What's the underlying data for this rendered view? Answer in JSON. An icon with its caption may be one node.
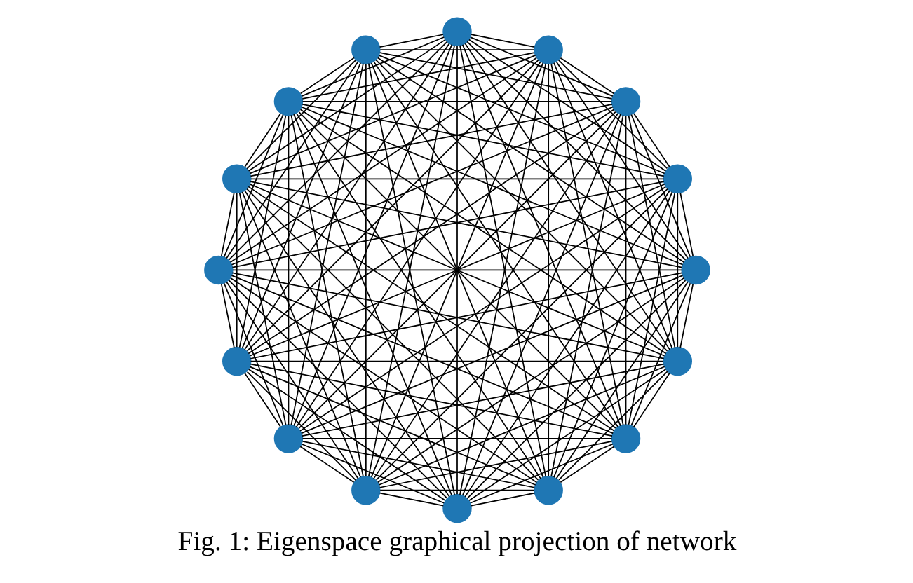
{
  "diagram": {
    "caption": "Fig. 1: Eigenspace graphical projection of network",
    "nodes": [
      {
        "text": [],
        "shape": "circle"
      },
      {
        "text": [],
        "shape": "circle"
      },
      {
        "text": [],
        "shape": "circle"
      },
      {
        "text": [],
        "shape": "circle"
      },
      {
        "text": [],
        "shape": "circle"
      },
      {
        "text": [],
        "shape": "circle"
      },
      {
        "text": [],
        "shape": "circle"
      },
      {
        "text": [],
        "shape": "circle"
      },
      {
        "text": [],
        "shape": "circle"
      },
      {
        "text": [],
        "shape": "circle"
      },
      {
        "text": [],
        "shape": "circle"
      },
      {
        "text": [],
        "shape": "circle"
      },
      {
        "text": [],
        "shape": "circle"
      },
      {
        "text": [],
        "shape": "circle"
      },
      {
        "text": [],
        "shape": "circle"
      },
      {
        "text": [],
        "shape": "circle"
      }
    ],
    "edges": [
      {
        "from": 0,
        "to": 1,
        "arrow": "none"
      },
      {
        "from": 0,
        "to": 2,
        "arrow": "none"
      },
      {
        "from": 0,
        "to": 3,
        "arrow": "none"
      },
      {
        "from": 0,
        "to": 4,
        "arrow": "none"
      },
      {
        "from": 0,
        "to": 5,
        "arrow": "none"
      },
      {
        "from": 0,
        "to": 6,
        "arrow": "none"
      },
      {
        "from": 0,
        "to": 7,
        "arrow": "none"
      },
      {
        "from": 0,
        "to": 8,
        "arrow": "none"
      },
      {
        "from": 0,
        "to": 9,
        "arrow": "none"
      },
      {
        "from": 0,
        "to": 10,
        "arrow": "none"
      },
      {
        "from": 0,
        "to": 11,
        "arrow": "none"
      },
      {
        "from": 0,
        "to": 12,
        "arrow": "none"
      },
      {
        "from": 0,
        "to": 13,
        "arrow": "none"
      },
      {
        "from": 0,
        "to": 14,
        "arrow": "none"
      },
      {
        "from": 0,
        "to": 15,
        "arrow": "none"
      },
      {
        "from": 1,
        "to": 2,
        "arrow": "none"
      },
      {
        "from": 1,
        "to": 3,
        "arrow": "none"
      },
      {
        "from": 1,
        "to": 4,
        "arrow": "none"
      },
      {
        "from": 1,
        "to": 5,
        "arrow": "none"
      },
      {
        "from": 1,
        "to": 6,
        "arrow": "none"
      },
      {
        "from": 1,
        "to": 7,
        "arrow": "none"
      },
      {
        "from": 1,
        "to": 8,
        "arrow": "none"
      },
      {
        "from": 1,
        "to": 9,
        "arrow": "none"
      },
      {
        "from": 1,
        "to": 10,
        "arrow": "none"
      },
      {
        "from": 1,
        "to": 11,
        "arrow": "none"
      },
      {
        "from": 1,
        "to": 12,
        "arrow": "none"
      },
      {
        "from": 1,
        "to": 13,
        "arrow": "none"
      },
      {
        "from": 1,
        "to": 14,
        "arrow": "none"
      },
      {
        "from": 1,
        "to": 15,
        "arrow": "none"
      },
      {
        "from": 2,
        "to": 3,
        "arrow": "none"
      },
      {
        "from": 2,
        "to": 4,
        "arrow": "none"
      },
      {
        "from": 2,
        "to": 5,
        "arrow": "none"
      },
      {
        "from": 2,
        "to": 6,
        "arrow": "none"
      },
      {
        "from": 2,
        "to": 7,
        "arrow": "none"
      },
      {
        "from": 2,
        "to": 8,
        "arrow": "none"
      },
      {
        "from": 2,
        "to": 9,
        "arrow": "none"
      },
      {
        "from": 2,
        "to": 10,
        "arrow": "none"
      },
      {
        "from": 2,
        "to": 11,
        "arrow": "none"
      },
      {
        "from": 2,
        "to": 12,
        "arrow": "none"
      },
      {
        "from": 2,
        "to": 13,
        "arrow": "none"
      },
      {
        "from": 2,
        "to": 14,
        "arrow": "none"
      },
      {
        "from": 2,
        "to": 15,
        "arrow": "none"
      },
      {
        "from": 3,
        "to": 4,
        "arrow": "none"
      },
      {
        "from": 3,
        "to": 5,
        "arrow": "none"
      },
      {
        "from": 3,
        "to": 6,
        "arrow": "none"
      },
      {
        "from": 3,
        "to": 7,
        "arrow": "none"
      },
      {
        "from": 3,
        "to": 8,
        "arrow": "none"
      },
      {
        "from": 3,
        "to": 9,
        "arrow": "none"
      },
      {
        "from": 3,
        "to": 10,
        "arrow": "none"
      },
      {
        "from": 3,
        "to": 11,
        "arrow": "none"
      },
      {
        "from": 3,
        "to": 12,
        "arrow": "none"
      },
      {
        "from": 3,
        "to": 13,
        "arrow": "none"
      },
      {
        "from": 3,
        "to": 14,
        "arrow": "none"
      },
      {
        "from": 3,
        "to": 15,
        "arrow": "none"
      },
      {
        "from": 4,
        "to": 5,
        "arrow": "none"
      },
      {
        "from": 4,
        "to": 6,
        "arrow": "none"
      },
      {
        "from": 4,
        "to": 7,
        "arrow": "none"
      },
      {
        "from": 4,
        "to": 8,
        "arrow": "none"
      },
      {
        "from": 4,
        "to": 9,
        "arrow": "none"
      },
      {
        "from": 4,
        "to": 10,
        "arrow": "none"
      },
      {
        "from": 4,
        "to": 11,
        "arrow": "none"
      },
      {
        "from": 4,
        "to": 12,
        "arrow": "none"
      },
      {
        "from": 4,
        "to": 13,
        "arrow": "none"
      },
      {
        "from": 4,
        "to": 14,
        "arrow": "none"
      },
      {
        "from": 4,
        "to": 15,
        "arrow": "none"
      },
      {
        "from": 5,
        "to": 6,
        "arrow": "none"
      },
      {
        "from": 5,
        "to": 7,
        "arrow": "none"
      },
      {
        "from": 5,
        "to": 8,
        "arrow": "none"
      },
      {
        "from": 5,
        "to": 9,
        "arrow": "none"
      },
      {
        "from": 5,
        "to": 10,
        "arrow": "none"
      },
      {
        "from": 5,
        "to": 11,
        "arrow": "none"
      },
      {
        "from": 5,
        "to": 12,
        "arrow": "none"
      },
      {
        "from": 5,
        "to": 13,
        "arrow": "none"
      },
      {
        "from": 5,
        "to": 14,
        "arrow": "none"
      },
      {
        "from": 5,
        "to": 15,
        "arrow": "none"
      },
      {
        "from": 6,
        "to": 7,
        "arrow": "none"
      },
      {
        "from": 6,
        "to": 8,
        "arrow": "none"
      },
      {
        "from": 6,
        "to": 9,
        "arrow": "none"
      },
      {
        "from": 6,
        "to": 10,
        "arrow": "none"
      },
      {
        "from": 6,
        "to": 11,
        "arrow": "none"
      },
      {
        "from": 6,
        "to": 12,
        "arrow": "none"
      },
      {
        "from": 6,
        "to": 13,
        "arrow": "none"
      },
      {
        "from": 6,
        "to": 14,
        "arrow": "none"
      },
      {
        "from": 6,
        "to": 15,
        "arrow": "none"
      },
      {
        "from": 7,
        "to": 8,
        "arrow": "none"
      },
      {
        "from": 7,
        "to": 9,
        "arrow": "none"
      },
      {
        "from": 7,
        "to": 10,
        "arrow": "none"
      },
      {
        "from": 7,
        "to": 11,
        "arrow": "none"
      },
      {
        "from": 7,
        "to": 12,
        "arrow": "none"
      },
      {
        "from": 7,
        "to": 13,
        "arrow": "none"
      },
      {
        "from": 7,
        "to": 14,
        "arrow": "none"
      },
      {
        "from": 7,
        "to": 15,
        "arrow": "none"
      },
      {
        "from": 8,
        "to": 9,
        "arrow": "none"
      },
      {
        "from": 8,
        "to": 10,
        "arrow": "none"
      },
      {
        "from": 8,
        "to": 11,
        "arrow": "none"
      },
      {
        "from": 8,
        "to": 12,
        "arrow": "none"
      },
      {
        "from": 8,
        "to": 13,
        "arrow": "none"
      },
      {
        "from": 8,
        "to": 14,
        "arrow": "none"
      },
      {
        "from": 8,
        "to": 15,
        "arrow": "none"
      },
      {
        "from": 9,
        "to": 10,
        "arrow": "none"
      },
      {
        "from": 9,
        "to": 11,
        "arrow": "none"
      },
      {
        "from": 9,
        "to": 12,
        "arrow": "none"
      },
      {
        "from": 9,
        "to": 13,
        "arrow": "none"
      },
      {
        "from": 9,
        "to": 14,
        "arrow": "none"
      },
      {
        "from": 9,
        "to": 15,
        "arrow": "none"
      },
      {
        "from": 10,
        "to": 11,
        "arrow": "none"
      },
      {
        "from": 10,
        "to": 12,
        "arrow": "none"
      },
      {
        "from": 10,
        "to": 13,
        "arrow": "none"
      },
      {
        "from": 10,
        "to": 14,
        "arrow": "none"
      },
      {
        "from": 10,
        "to": 15,
        "arrow": "none"
      },
      {
        "from": 11,
        "to": 12,
        "arrow": "none"
      },
      {
        "from": 11,
        "to": 13,
        "arrow": "none"
      },
      {
        "from": 11,
        "to": 14,
        "arrow": "none"
      },
      {
        "from": 11,
        "to": 15,
        "arrow": "none"
      },
      {
        "from": 12,
        "to": 13,
        "arrow": "none"
      },
      {
        "from": 12,
        "to": 14,
        "arrow": "none"
      },
      {
        "from": 12,
        "to": 15,
        "arrow": "none"
      },
      {
        "from": 13,
        "to": 14,
        "arrow": "none"
      },
      {
        "from": 13,
        "to": 15,
        "arrow": "none"
      },
      {
        "from": 14,
        "to": 15,
        "arrow": "none"
      }
    ]
  }
}
